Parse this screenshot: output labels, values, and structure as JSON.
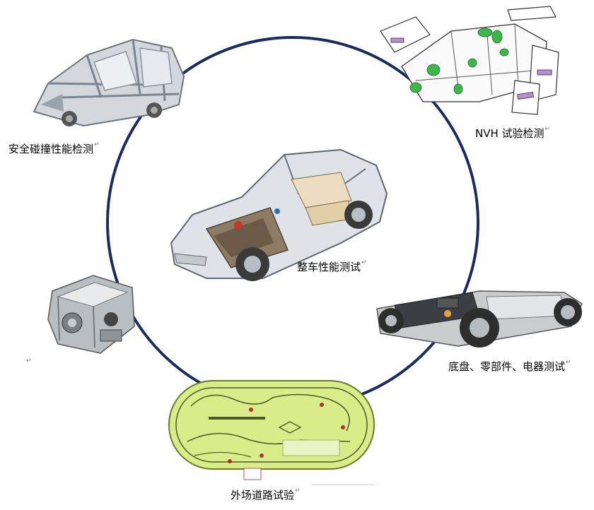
{
  "labels": {
    "center": "整车性能测试",
    "crash": "安全碰撞性能检测",
    "nvh": "NVH 试验检测",
    "chassis": "底盘、零部件、电器测试",
    "road": "外场道路试验",
    "engine": ""
  },
  "paragraph_mark": "↵",
  "colors": {
    "ring": "#1a2b5e",
    "nvh_highlight": "#3cb54a",
    "track_fill": "#d8ec8a",
    "panel_violet": "#b48fd6"
  },
  "icons": {
    "crash": "car-body-frame-illustration",
    "nvh": "exploded-body-panels-illustration",
    "center": "cutaway-sedan-illustration",
    "engine": "engine-block-illustration",
    "chassis": "ev-chassis-illustration",
    "road": "proving-ground-track-illustration"
  }
}
